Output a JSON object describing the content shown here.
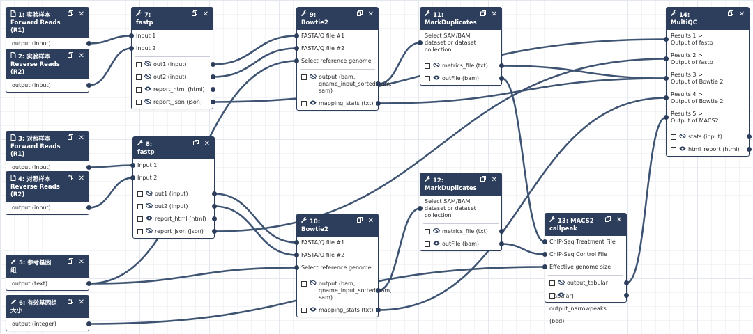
{
  "nodes": [
    {
      "id": "n1",
      "icon": "file",
      "title": "1: 实验样本\nForward Reads (R1)",
      "inputs": [],
      "outputs": [
        {
          "label": "output (input)",
          "plain": true
        }
      ]
    },
    {
      "id": "n2",
      "icon": "file",
      "title": "2: 实验样本\nReverse Reads (R2)",
      "inputs": [],
      "outputs": [
        {
          "label": "output (input)",
          "plain": true
        }
      ]
    },
    {
      "id": "n3",
      "icon": "file",
      "title": "3: 对照样本\nForward Reads (R1)",
      "inputs": [],
      "outputs": [
        {
          "label": "output (input)",
          "plain": true
        }
      ]
    },
    {
      "id": "n4",
      "icon": "file",
      "title": "4: 对照样本\nReverse Reads (R2)",
      "inputs": [],
      "outputs": [
        {
          "label": "output (input)",
          "plain": true
        }
      ]
    },
    {
      "id": "n5",
      "icon": "edit",
      "title": "5: 参考基因组",
      "inputs": [],
      "outputs": [
        {
          "label": "output (text)",
          "plain": true
        }
      ]
    },
    {
      "id": "n6",
      "icon": "edit",
      "title": "6: 有效基因组大小",
      "inputs": [],
      "outputs": [
        {
          "label": "output (integer)",
          "plain": true
        }
      ]
    },
    {
      "id": "n7",
      "icon": "wrench",
      "title": "7: fastp",
      "inputs": [
        "Input 1",
        "Input 2"
      ],
      "outputs": [
        {
          "label": "out1 (input)",
          "vis": false
        },
        {
          "label": "out2 (input)",
          "vis": false
        },
        {
          "label": "report_html (html)",
          "vis": true
        },
        {
          "label": "report_json (json)",
          "vis": false
        }
      ]
    },
    {
      "id": "n8",
      "icon": "wrench",
      "title": "8: fastp",
      "inputs": [
        "Input 1",
        "Input 2"
      ],
      "outputs": [
        {
          "label": "out1 (input)",
          "vis": false
        },
        {
          "label": "out2 (input)",
          "vis": false
        },
        {
          "label": "report_html (html)",
          "vis": true
        },
        {
          "label": "report_json (json)",
          "vis": false
        }
      ]
    },
    {
      "id": "n9",
      "icon": "wrench",
      "title": "9: Bowtie2",
      "inputs": [
        "FASTA/Q file #1",
        "FASTA/Q file #2",
        "Select reference genome"
      ],
      "outputs": [
        {
          "label": "output (bam, qname_input_sorted.bam, sam)",
          "vis": false
        },
        {
          "label": "mapping_stats (txt)",
          "vis": true
        }
      ]
    },
    {
      "id": "n10",
      "icon": "wrench",
      "title": "10: Bowtie2",
      "inputs": [
        "FASTA/Q file #1",
        "FASTA/Q file #2",
        "Select reference genome"
      ],
      "outputs": [
        {
          "label": "output (bam, qname_input_sorted.bam, sam)",
          "vis": false
        },
        {
          "label": "mapping_stats (txt)",
          "vis": true
        }
      ]
    },
    {
      "id": "n11",
      "icon": "wrench",
      "title": "11:\nMarkDuplicates",
      "inputs": [
        "Select SAM/BAM dataset or dataset collection"
      ],
      "outputs": [
        {
          "label": "metrics_file (txt)",
          "vis": false
        },
        {
          "label": "outFile (bam)",
          "vis": true
        }
      ]
    },
    {
      "id": "n12",
      "icon": "wrench",
      "title": "12:\nMarkDuplicates",
      "inputs": [
        "Select SAM/BAM dataset or dataset collection"
      ],
      "outputs": [
        {
          "label": "metrics_file (txt)",
          "vis": false
        },
        {
          "label": "outFile (bam)",
          "vis": true
        }
      ]
    },
    {
      "id": "n13",
      "icon": "wrench",
      "title": "13: MACS2\ncallpeak",
      "inputs": [
        "ChIP-Seq Treatment File",
        "ChIP-Seq Control File",
        "Effective genome size"
      ],
      "outputs": [
        {
          "label": "output_tabular (tabular)",
          "vis": false
        },
        {
          "label": "output_narrowpeaks (bed)",
          "vis": true
        }
      ]
    },
    {
      "id": "n14",
      "icon": "wrench",
      "title": "14: MultiQC",
      "inputs": [
        "Results 1 > Output of fastp",
        "Results 2 > Output of fastp",
        "Results 3 > Output of Bowtie 2",
        "Results 4 > Output of Bowtie 2",
        "Results 5 > Output of MACS2"
      ],
      "outputs": [
        {
          "label": "stats (input)",
          "vis": false
        },
        {
          "label": "html_report (html)",
          "vis": true
        }
      ]
    }
  ],
  "icons": {
    "file": "file-icon",
    "edit": "pencil-icon",
    "wrench": "wrench-icon",
    "copy": "copy-icon",
    "close": "close-icon",
    "eye": "eye-icon",
    "eye_off": "eye-slash-icon"
  },
  "colors": {
    "header": "#2c3e5c",
    "edge": "#3e5472",
    "grid": "#e3e8ee"
  }
}
